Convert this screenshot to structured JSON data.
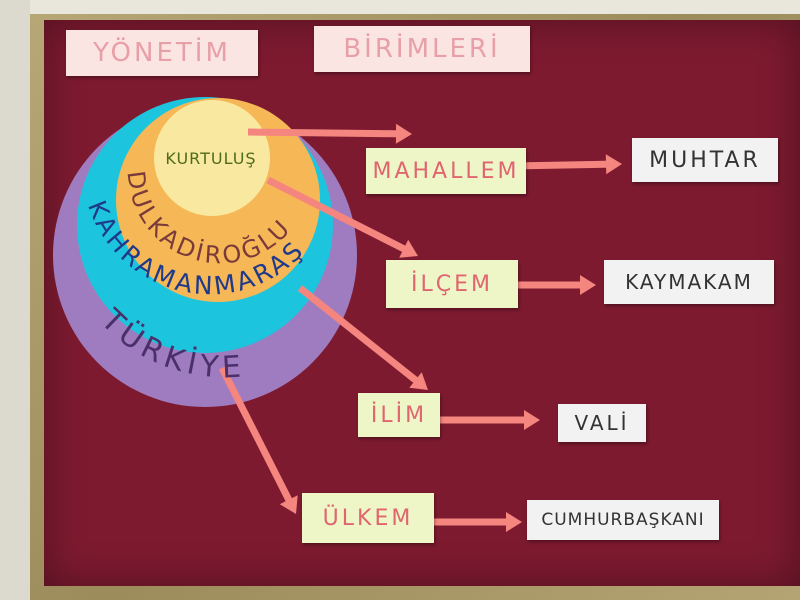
{
  "title": {
    "word1": "YÖNETİM",
    "word2": "BİRİMLERİ"
  },
  "circles": {
    "c1": "KURTULUŞ",
    "c2": "DULKADİROĞLU",
    "c3": "KAHRAMANMARAŞ",
    "c4": "TÜRKİYE"
  },
  "levels": [
    {
      "unit": "MAHALLEM",
      "leader": "MUHTAR"
    },
    {
      "unit": "İLÇEM",
      "leader": "KAYMAKAM"
    },
    {
      "unit": "İLİM",
      "leader": "VALİ"
    },
    {
      "unit": "ÜLKEM",
      "leader": "CUMHURBAŞKANI"
    }
  ],
  "colors": {
    "board": "#7d1a30",
    "arrow": "#f4867f",
    "circle_purple": "#9f7cc0",
    "circle_cyan": "#1dc4dd",
    "circle_orange": "#f6b757",
    "circle_yellow": "#f9e9a0"
  }
}
